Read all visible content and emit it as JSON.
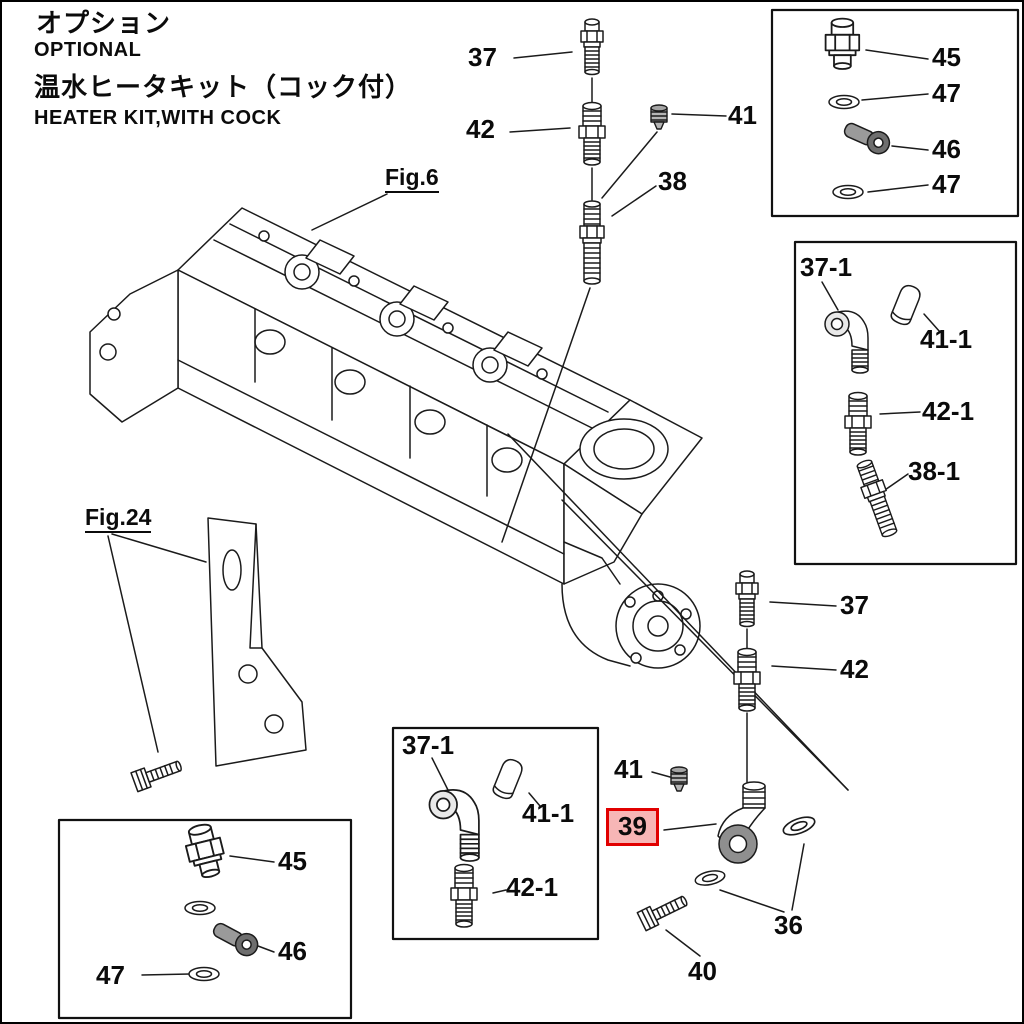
{
  "header": {
    "option_jp": "オプション",
    "option_en": "OPTIONAL",
    "kit_jp": "温水ヒータキット（コック付）",
    "kit_en": "HEATER KIT,WITH COCK"
  },
  "figures": {
    "fig6": "Fig.6",
    "fig24": "Fig.24"
  },
  "callouts": {
    "top_37": "37",
    "top_42": "42",
    "top_41": "41",
    "top_38": "38",
    "tr_45": "45",
    "tr_47a": "47",
    "tr_46": "46",
    "tr_47b": "47",
    "r_37_1": "37-1",
    "r_41_1": "41-1",
    "r_42_1": "42-1",
    "r_38_1": "38-1",
    "mid_37": "37",
    "mid_42": "42",
    "bm_37_1": "37-1",
    "bm_41_1": "41-1",
    "bm_42_1": "42-1",
    "b_41": "41",
    "b_39": "39",
    "b_36": "36",
    "b_40": "40",
    "bl_45": "45",
    "bl_46": "46",
    "bl_47": "47"
  },
  "highlight": {
    "part": "39",
    "fill": "#f7b6b6",
    "border": "#e10000"
  },
  "line_color": "#1b1b1b"
}
